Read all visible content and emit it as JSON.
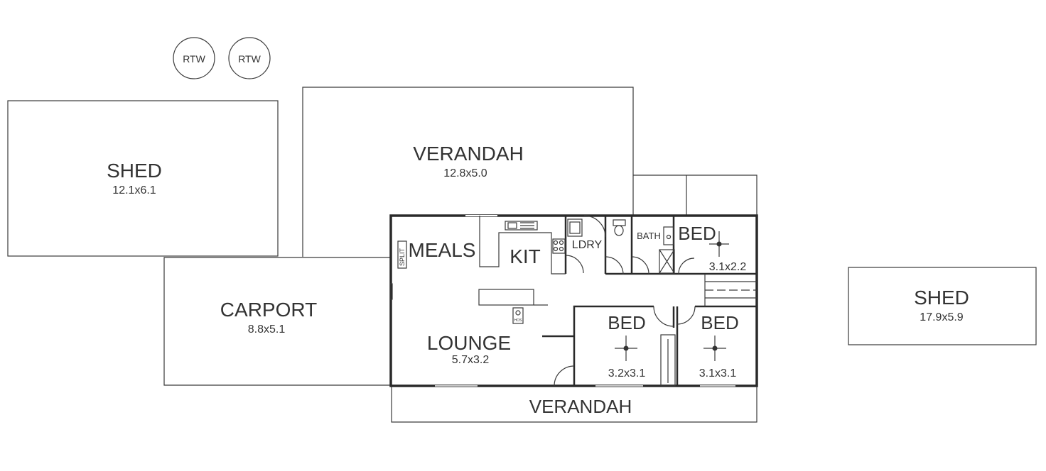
{
  "rtw": [
    "RTW",
    "RTW"
  ],
  "shed_left": {
    "name": "SHED",
    "dims": "12.1x6.1"
  },
  "verandah_top": {
    "name": "VERANDAH",
    "dims": "12.8x5.0"
  },
  "carport": {
    "name": "CARPORT",
    "dims": "8.8x5.1"
  },
  "meals": {
    "name": "MEALS"
  },
  "split": "SPLIT",
  "kitchen": {
    "name": "KIT"
  },
  "laundry": {
    "name": "LDRY"
  },
  "bath": {
    "name": "BATH"
  },
  "bed_top": {
    "name": "BED",
    "dims": "3.1x2.2"
  },
  "lounge": {
    "name": "LOUNGE",
    "dims": "5.7x3.2"
  },
  "heater": "HOS",
  "bed_mid": {
    "name": "BED",
    "dims": "3.2x3.1"
  },
  "bed_right": {
    "name": "BED",
    "dims": "3.1x3.1"
  },
  "verandah_bottom": {
    "name": "VERANDAH"
  },
  "shed_right": {
    "name": "SHED",
    "dims": "17.9x5.9"
  }
}
